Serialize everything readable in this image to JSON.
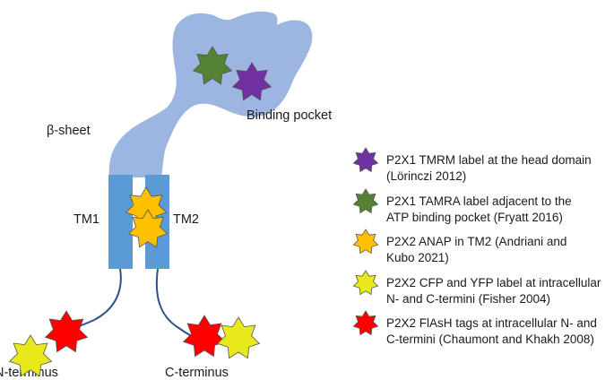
{
  "labels": {
    "beta_sheet": "β-sheet",
    "binding_pocket": "Binding pocket",
    "tm1": "TM1",
    "tm2": "TM2",
    "n_terminus": "N-terminus",
    "c_terminus": "C-terminus"
  },
  "colors": {
    "protein": "#9db6e1",
    "helix": "#5b9bd5",
    "linker": "#2f4f8f",
    "purple": "#7030a0",
    "green": "#548235",
    "orange": "#ffc000",
    "yellow": "#e8e81a",
    "red": "#ff0000"
  },
  "legend": [
    {
      "color": "purple",
      "line1": "P2X1 TMRM label at the head domain",
      "line2": "(Lörinczi 2012)"
    },
    {
      "color": "green",
      "line1": "P2X1 TAMRA label adjacent to the",
      "line2": "ATP binding pocket (Fryatt 2016)"
    },
    {
      "color": "orange",
      "line1": "P2X2 ANAP in TM2 (Andriani and",
      "line2": "Kubo 2021)"
    },
    {
      "color": "yellow",
      "line1": "P2X2  CFP and YFP label at intracellular",
      "line2": "N- and C-termini (Fisher 2004)"
    },
    {
      "color": "red",
      "line1": "P2X2  FlAsH tags at intracellular N- and",
      "line2": "C-termini (Chaumont and Khakh 2008)"
    }
  ]
}
